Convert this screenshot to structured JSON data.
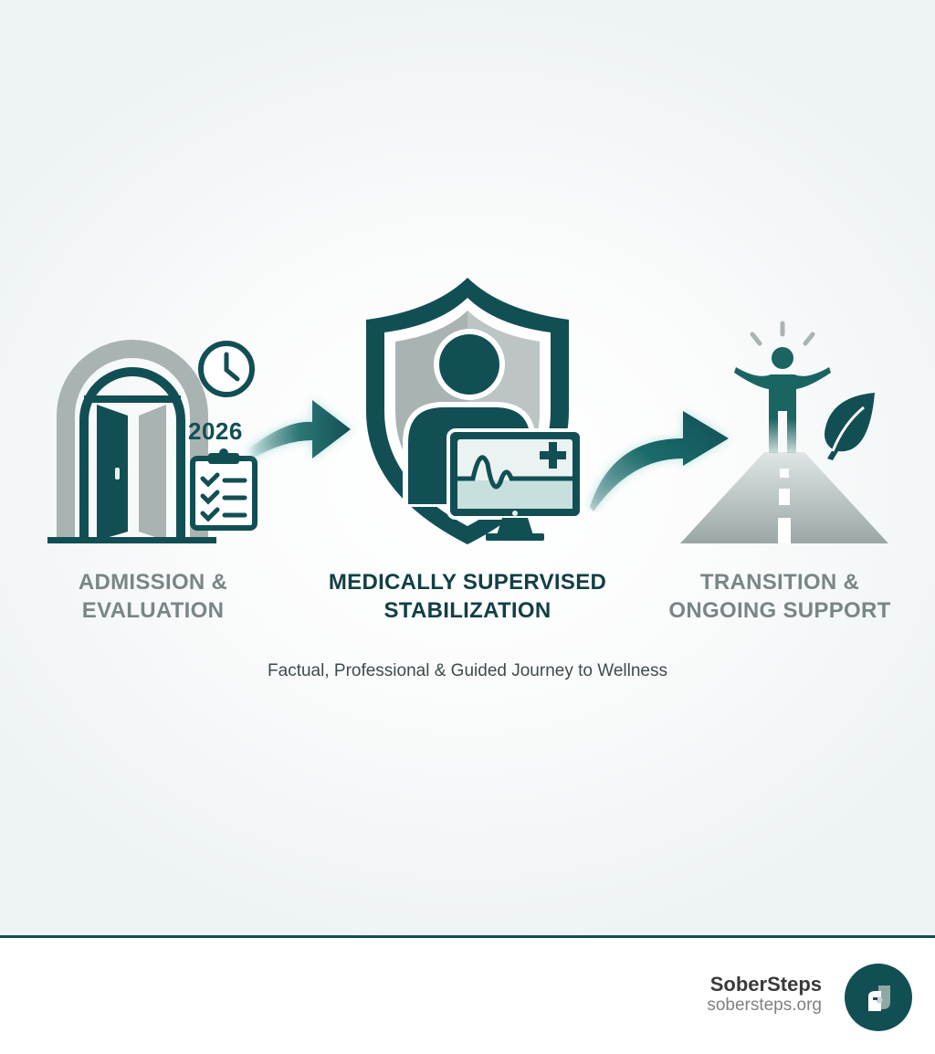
{
  "steps": [
    {
      "title_line1": "ADMISSION &",
      "title_line2": "EVALUATION",
      "year_badge": "2026",
      "icons": [
        "door-arch-icon",
        "clock-icon",
        "clipboard-checklist-icon"
      ]
    },
    {
      "title_line1": "MEDICALLY SUPERVISED",
      "title_line2": "STABILIZATION",
      "icons": [
        "shield-icon",
        "person-icon",
        "heart-monitor-icon",
        "medical-cross-icon"
      ]
    },
    {
      "title_line1": "TRANSITION &",
      "title_line2": "ONGOING SUPPORT",
      "icons": [
        "person-arms-raised-icon",
        "road-icon",
        "leaf-icon"
      ]
    }
  ],
  "tagline": "Factual, Professional & Guided Journey to Wellness",
  "footer": {
    "brand_name": "SoberSteps",
    "brand_url": "sobersteps.org"
  },
  "colors": {
    "primary_teal": "#124f55",
    "accent_glow": "#3fb3a8",
    "muted_gray": "#7a8585",
    "light_gray": "#a8b2b1",
    "dark_text": "#123f44"
  }
}
